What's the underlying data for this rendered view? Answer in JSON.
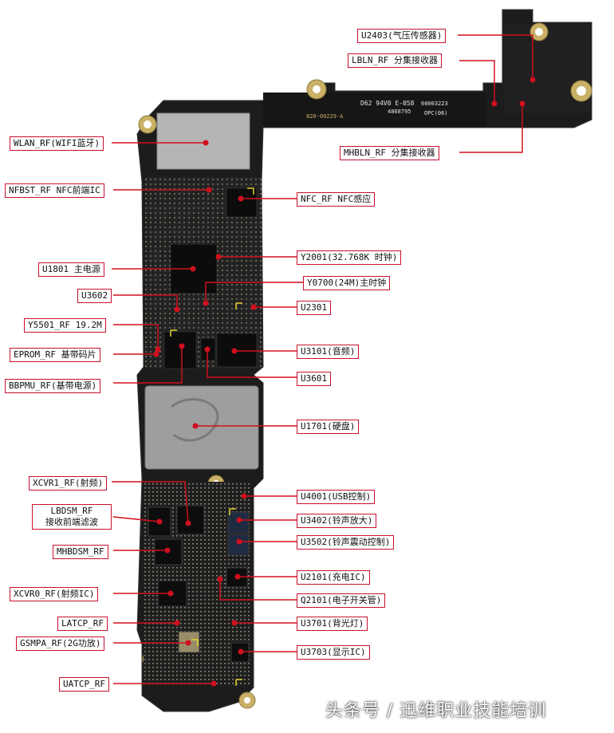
{
  "board": {
    "silk_model": "D62 94V0 E-058",
    "silk_part": "820-00229-A",
    "silk_lot": "4868795",
    "silk_lot2": "60003223",
    "silk_opc": "OPC(06)"
  },
  "labels": {
    "u2403": "U2403(气压传感器)",
    "lbln_rf": "LBLN_RF 分集接收器",
    "mhbln_rf": "MHBLN_RF 分集接收器",
    "wlan_rf": "WLAN_RF(WIFI蓝牙)",
    "nfbst_rf": "NFBST_RF NFC前端IC",
    "nfc_rf": "NFC_RF NFC感应",
    "u1801": "U1801 主电源",
    "y2001": "Y2001(32.768K 时钟)",
    "y0700": "Y0700(24M)主时钟",
    "u3602": "U3602",
    "u2301": "U2301",
    "y5501_rf": "Y5501_RF 19.2M",
    "eprom_rf": "EPROM_RF 基带码片",
    "u3101": "U3101(音频)",
    "u3601": "U3601",
    "bbpmu_rf": "BBPMU_RF(基带电源)",
    "u1701": "U1701(硬盘)",
    "xcvr1_rf": "XCVR1_RF(射频)",
    "u4001": "U4001(USB控制)",
    "lbdsm_rf_line1": "LBDSM_RF",
    "lbdsm_rf_line2": "接收前端滤波",
    "u3402": "U3402(铃声放大)",
    "u3502": "U3502(铃声震动控制)",
    "mhbdsm_rf": "MHBDSM_RF",
    "u2101": "U2101(充电IC)",
    "xcvr0_rf": "XCVR0_RF(射频IC)",
    "q2101": "Q2101(电子开关管)",
    "latcp_rf": "LATCP_RF",
    "u3701": "U3701(背光灯)",
    "gsmpa_rf": "GSMPA_RF(2G功放)",
    "u3703": "U3703(显示IC)",
    "uatcp_rf": "UATCP_RF"
  },
  "watermark": "头条号 / 迅维职业技能培训",
  "colors": {
    "label_border": "#c8102e",
    "leader_line": "#d0101e",
    "board": "#1c1c1c",
    "shield": "#a8a8a8",
    "pad": "#c9b066"
  }
}
